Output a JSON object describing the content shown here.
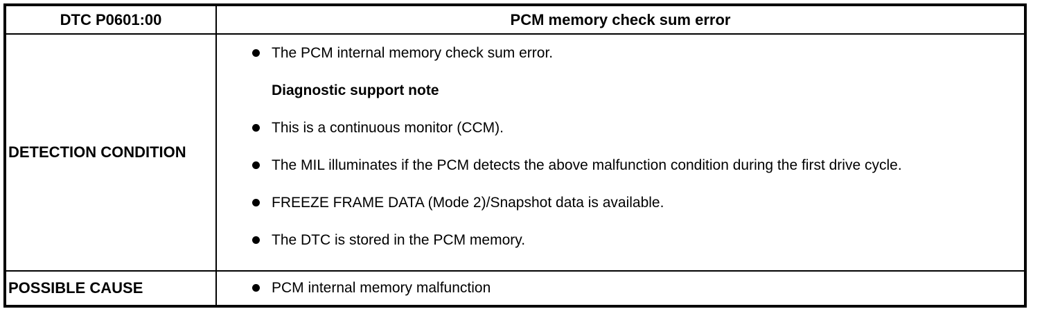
{
  "table": {
    "header": {
      "dtc_code": "DTC P0601:00",
      "title": "PCM memory check sum error"
    },
    "rows": [
      {
        "label": "DETECTION CONDITION",
        "items": [
          {
            "type": "bullet",
            "text": "The PCM internal memory check sum error."
          },
          {
            "type": "heading",
            "text": "Diagnostic support note"
          },
          {
            "type": "bullet",
            "text": "This is a continuous monitor (CCM)."
          },
          {
            "type": "bullet",
            "text": "The MIL illuminates if the PCM detects the above malfunction condition during the first drive cycle."
          },
          {
            "type": "bullet",
            "text": "FREEZE FRAME DATA (Mode 2)/Snapshot data is available."
          },
          {
            "type": "bullet",
            "text": "The DTC is stored in the PCM memory."
          }
        ]
      },
      {
        "label": "POSSIBLE CAUSE",
        "items": [
          {
            "type": "bullet",
            "text": "PCM internal memory malfunction"
          }
        ]
      }
    ],
    "colors": {
      "border": "#000000",
      "text": "#000000",
      "background": "#ffffff"
    }
  }
}
